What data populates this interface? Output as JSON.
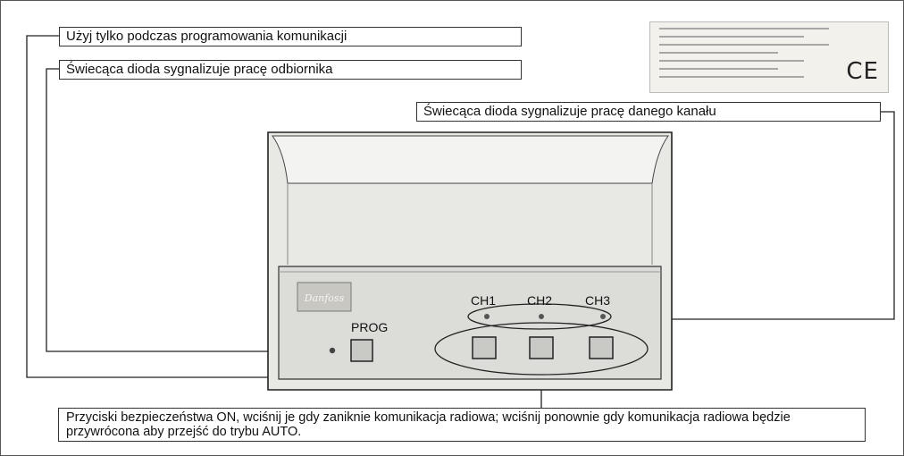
{
  "callouts": {
    "program_comm": "Użyj tylko podczas programowania komunikacji",
    "receiver_led": "Świecąca dioda sygnalizuje pracę odbiornika",
    "channel_led": "Świecąca dioda sygnalizuje pracę danego kanału",
    "safety_buttons": "Przyciski bezpieczeństwa ON, wciśnij je gdy zaniknie komunikacja radiowa; wciśnij ponownie gdy komunikacja radiowa będzie przywrócona aby przejść do trybu AUTO."
  },
  "device": {
    "prog_label": "PROG",
    "channels": [
      "CH1",
      "CH2",
      "CH3"
    ],
    "logo": "Danfoss"
  },
  "certificate": {
    "mark": "CE"
  },
  "colors": {
    "device_body": "#e6e6e3",
    "device_panel": "#dcdcd8",
    "outline": "#222222",
    "button_face": "#c9c9c6",
    "led": "#555555"
  }
}
